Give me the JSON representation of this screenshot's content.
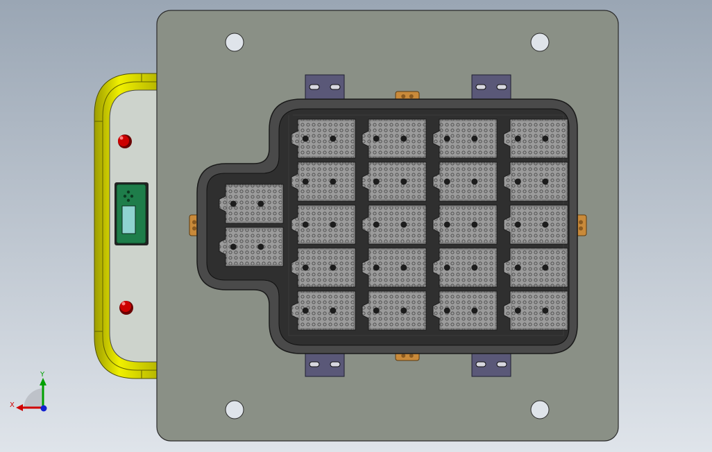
{
  "viewport": {
    "background_top": "#9aa6b4",
    "background_bottom": "#dfe4ea"
  },
  "model": {
    "base_plate_color": "#8a9086",
    "tray_color": "#4a4a4a",
    "tray_inner_color": "#2f2f2f",
    "nest_color": "#9b9b9b",
    "clamp_color": "#5a5878",
    "tab_color": "#c98a3a",
    "enclosure_rim_color": "#e6e600",
    "panel_color": "#cdd3cc",
    "nest_grid": {
      "rows": 5,
      "cols": 4
    },
    "side_nests": 2
  },
  "control_panel": {
    "top_button_color": "#cc0000",
    "bottom_button_color": "#cc0000",
    "hmi_color": "#1e7d4a",
    "hmi_screen_color": "#8fd3d0"
  },
  "triad": {
    "x_label": "X",
    "y_label": "Y",
    "x_color": "#d00000",
    "y_color": "#00a000",
    "z_color": "#1020d0"
  }
}
